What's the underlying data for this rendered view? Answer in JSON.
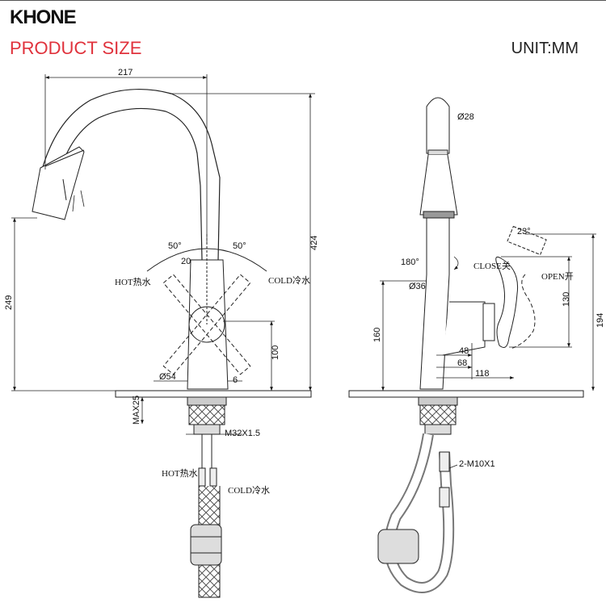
{
  "header": {
    "brand": "KHONE",
    "title": "PRODUCT SIZE",
    "unit": "UNIT:MM"
  },
  "front_view": {
    "dims": {
      "width": "217",
      "height": "424",
      "spout_height": "249",
      "angle_left": "50°",
      "angle_right": "50°",
      "handle": "20",
      "base_dia": "Ø54",
      "base_gap": "6",
      "deck_height": "100",
      "max_deck": "MAX25",
      "thread": "M32X1.5"
    },
    "labels": {
      "hot": "HOT热水",
      "cold": "COLD冷水",
      "hose_hot": "HOT热水",
      "hose_cold": "COLD冷水"
    }
  },
  "side_view": {
    "dims": {
      "head_dia": "Ø28",
      "rotation": "180°",
      "body_dia": "Ø36",
      "handle_angle": "23°",
      "handle_height": "130",
      "total_height": "194",
      "lever_height": "160",
      "d48": "48",
      "d68": "68",
      "d118": "118",
      "hose_thread": "2-M10X1"
    },
    "labels": {
      "close": "CLOSE关",
      "open": "OPEN开"
    }
  }
}
